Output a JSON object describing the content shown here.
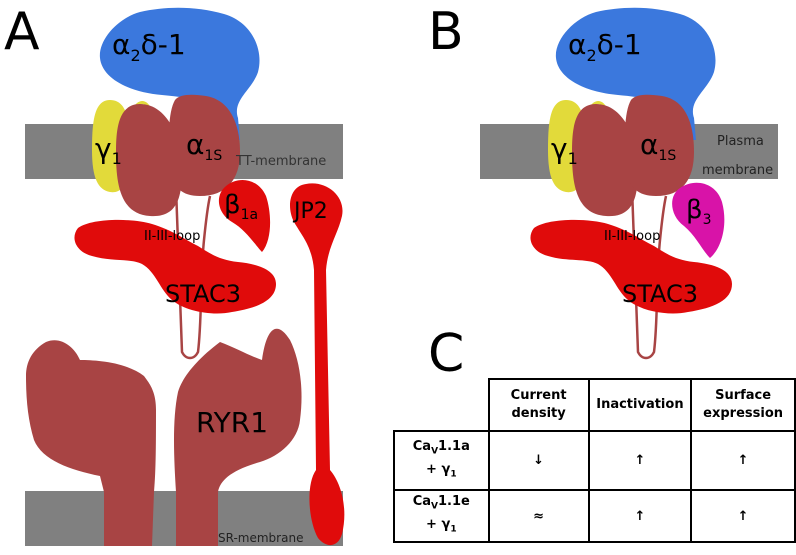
{
  "panels": {
    "a": "A",
    "b": "B",
    "c": "C"
  },
  "labels": {
    "a2d1": {
      "alpha": "α",
      "sub": "2",
      "rest": "δ-1"
    },
    "gamma": {
      "main": "γ",
      "sub": "1"
    },
    "alpha1s": {
      "main": "α",
      "sub": "1S"
    },
    "beta1a": {
      "main": "β",
      "sub": "1a"
    },
    "beta3": {
      "main": "β",
      "sub": "3"
    },
    "jp2": "JP2",
    "stac3": "STAC3",
    "ryr1": "RYR1",
    "loop": "II-III-loop",
    "tt_membrane": "TT-membrane",
    "plasma_membrane_line1": "Plasma",
    "plasma_membrane_line2": "membrane",
    "sr_membrane": "SR-membrane"
  },
  "table": {
    "headers": [
      {
        "line1": "Current",
        "line2": "density"
      },
      {
        "line1": "Inactivation",
        "line2": ""
      },
      {
        "line1": "Surface",
        "line2": "expression"
      }
    ],
    "rows": [
      {
        "name_main": "Ca",
        "name_sub": "V",
        "name_rest": "1.1a",
        "plus": "+ γ",
        "plus_sub": "1",
        "values": [
          "↓",
          "↑",
          "↑"
        ]
      },
      {
        "name_main": "Ca",
        "name_sub": "V",
        "name_rest": "1.1e",
        "plus": "+ γ",
        "plus_sub": "1",
        "values": [
          "≈",
          "↑",
          "↑"
        ]
      }
    ]
  },
  "colors": {
    "membrane": "#808080",
    "blue": "#3b78dd",
    "yellow": "#e2da3a",
    "maroon": "#a84444",
    "red": "#e00b0b",
    "magenta": "#d813a8"
  }
}
